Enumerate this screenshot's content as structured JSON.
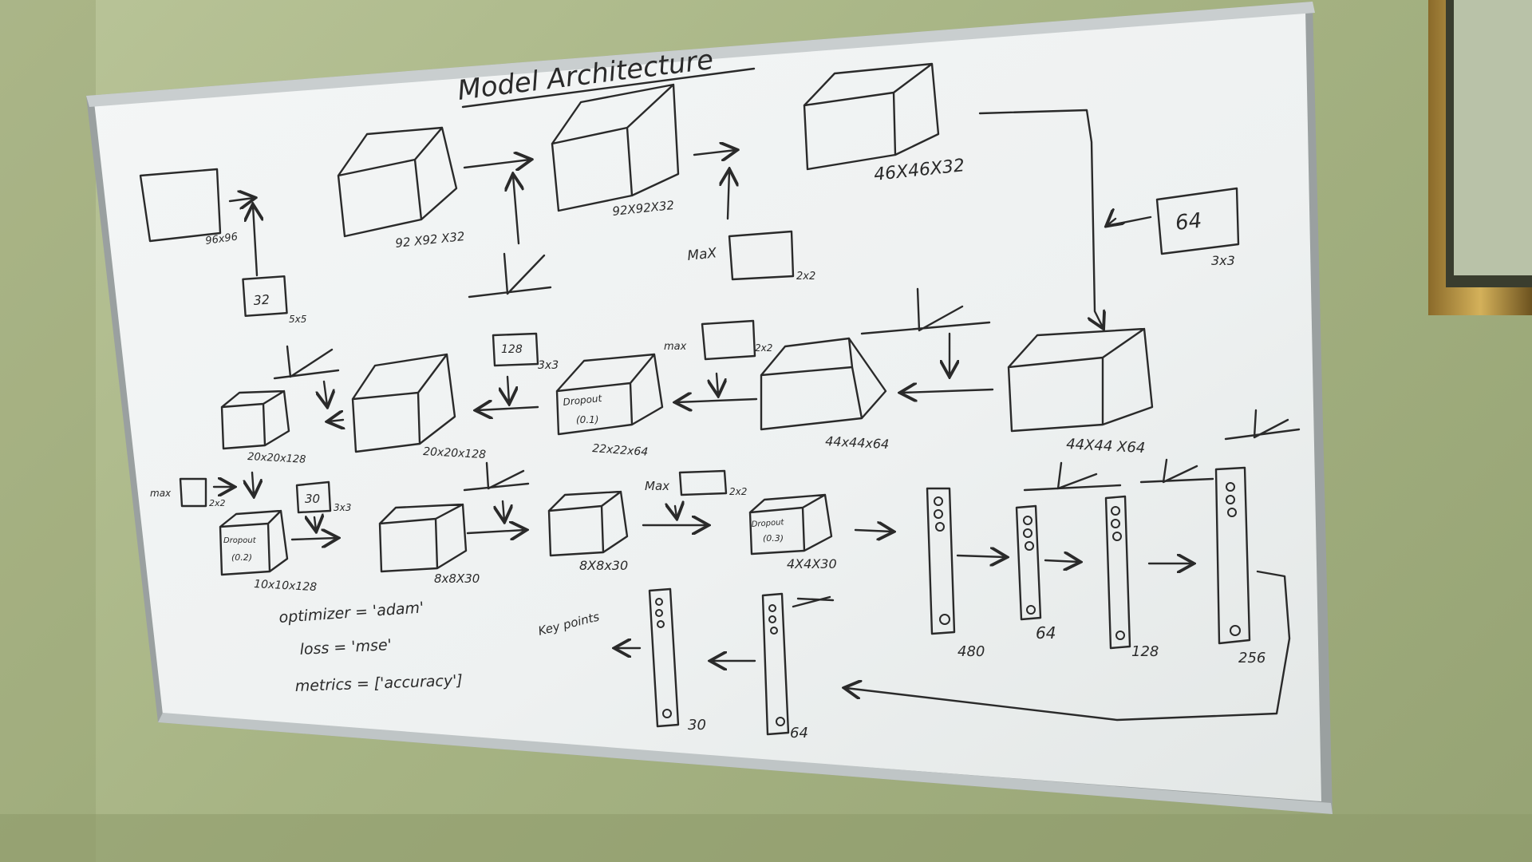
{
  "title": "Model Architecture",
  "labels": {
    "in_96": "96x96",
    "conv1": "92 X92 X32",
    "conv1b": "92X92X32",
    "pool1": "46X46X32",
    "filter32": "32",
    "k5": "5x5",
    "max": "MaX",
    "k2a": "2x2",
    "filter64": "64",
    "k3a": "3x3",
    "b44a": "44X44 X64",
    "b44b": "44x44x64",
    "max2": "max",
    "k2b": "2x2",
    "dropout1": "Dropout",
    "dropout1v": "(0.1)",
    "b22": "22x22x64",
    "filter128": "128",
    "k3b": "3x3",
    "b20a": "20x20x128",
    "b20b": "20x20x128",
    "max3": "max",
    "k2c": "2x2",
    "dropout2": "Dropout",
    "dropout2v": "(0.2)",
    "b10": "10x10x128",
    "filter30": "30",
    "k3c": "3x3",
    "b8a": "8x8X30",
    "b8b": "8X8x30",
    "max4": "Max",
    "k2d": "2x2",
    "dropout3": "Dropout",
    "dropout3v": "(0.3)",
    "b4": "4X4X30",
    "d480": "480",
    "d64a": "64",
    "d128": "128",
    "d256": "256",
    "d64b": "64",
    "d30": "30",
    "keypoints": "Key points",
    "opt": "optimizer = 'adam'",
    "loss": "loss  = 'mse'",
    "metrics": "metrics = ['accuracy']"
  }
}
